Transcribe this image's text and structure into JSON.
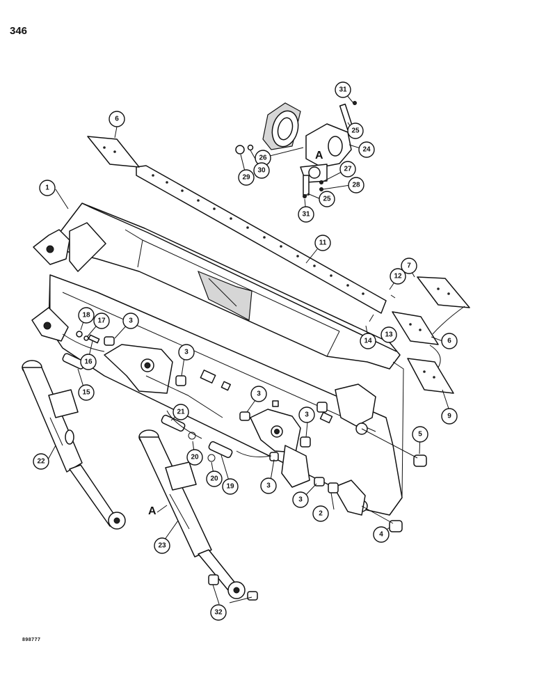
{
  "page": {
    "number": "346",
    "figure_code": "898777"
  },
  "detail_marker": "A",
  "callouts": [
    {
      "id": "c1",
      "label": "1",
      "cx": 0,
      "cy": 0
    },
    {
      "id": "c2",
      "label": "2"
    },
    {
      "id": "c3a",
      "label": "3"
    },
    {
      "id": "c3b",
      "label": "3"
    },
    {
      "id": "c3c",
      "label": "3"
    },
    {
      "id": "c3d",
      "label": "3"
    },
    {
      "id": "c3e",
      "label": "3"
    },
    {
      "id": "c3f",
      "label": "3"
    },
    {
      "id": "c4",
      "label": "4"
    },
    {
      "id": "c5",
      "label": "5"
    },
    {
      "id": "c6a",
      "label": "6"
    },
    {
      "id": "c6b",
      "label": "6"
    },
    {
      "id": "c7",
      "label": "7"
    },
    {
      "id": "c9",
      "label": "9"
    },
    {
      "id": "c11",
      "label": "11"
    },
    {
      "id": "c12",
      "label": "12"
    },
    {
      "id": "c13",
      "label": "13"
    },
    {
      "id": "c14",
      "label": "14"
    },
    {
      "id": "c15",
      "label": "15"
    },
    {
      "id": "c16",
      "label": "16"
    },
    {
      "id": "c17",
      "label": "17"
    },
    {
      "id": "c18",
      "label": "18"
    },
    {
      "id": "c19",
      "label": "19"
    },
    {
      "id": "c20a",
      "label": "20"
    },
    {
      "id": "c20b",
      "label": "20"
    },
    {
      "id": "c21",
      "label": "21"
    },
    {
      "id": "c22",
      "label": "22"
    },
    {
      "id": "c23",
      "label": "23"
    },
    {
      "id": "c24",
      "label": "24"
    },
    {
      "id": "c25a",
      "label": "25"
    },
    {
      "id": "c25b",
      "label": "25"
    },
    {
      "id": "c26",
      "label": "26"
    },
    {
      "id": "c27",
      "label": "27"
    },
    {
      "id": "c28",
      "label": "28"
    },
    {
      "id": "c29",
      "label": "29"
    },
    {
      "id": "c30",
      "label": "30"
    },
    {
      "id": "c31a",
      "label": "31"
    },
    {
      "id": "c31b",
      "label": "31"
    },
    {
      "id": "c32",
      "label": "32"
    }
  ]
}
